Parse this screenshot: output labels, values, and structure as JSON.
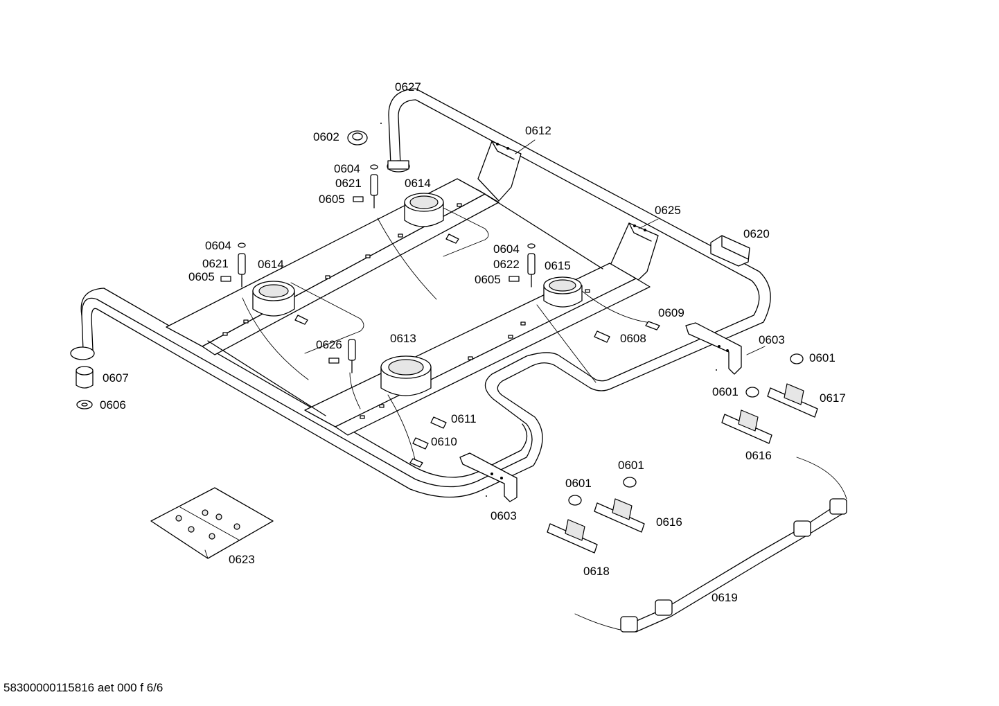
{
  "footer": "58300000115816 aet 000 f 6/6",
  "labels": {
    "p0627": "0627",
    "p0602": "0602",
    "p0612": "0612",
    "p0604a": "0604",
    "p0621a": "0621",
    "p0605a": "0605",
    "p0614a": "0614",
    "p0625": "0625",
    "p0620": "0620",
    "p0604b": "0604",
    "p0621b": "0621",
    "p0605b": "0605",
    "p0614b": "0614",
    "p0604c": "0604",
    "p0622": "0622",
    "p0605c": "0605",
    "p0615": "0615",
    "p0609": "0609",
    "p0608": "0608",
    "p0603a": "0603",
    "p0601a": "0601",
    "p0601b": "0601",
    "p0617": "0617",
    "p0626": "0626",
    "p0613": "0613",
    "p0607": "0607",
    "p0606": "0606",
    "p0611": "0611",
    "p0610": "0610",
    "p0616a": "0616",
    "p0601c": "0601",
    "p0601d": "0601",
    "p0616b": "0616",
    "p0603b": "0603",
    "p0618": "0618",
    "p0623": "0623",
    "p0619": "0619"
  }
}
